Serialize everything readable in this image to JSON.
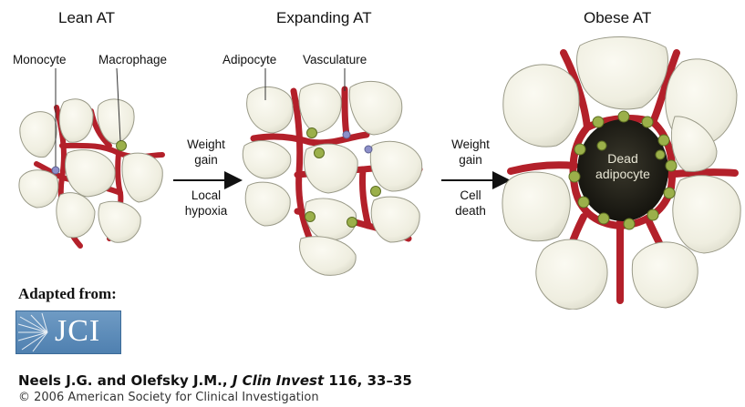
{
  "titles": {
    "lean": "Lean AT",
    "expanding": "Expanding AT",
    "obese": "Obese AT"
  },
  "labels": {
    "monocyte": "Monocyte",
    "macrophage": "Macrophage",
    "adipocyte": "Adipocyte",
    "vasculature": "Vasculature",
    "dead_adipocyte_line1": "Dead",
    "dead_adipocyte_line2": "adipocyte"
  },
  "arrow1": {
    "above_line1": "Weight",
    "above_line2": "gain",
    "below_line1": "Local",
    "below_line2": "hypoxia"
  },
  "arrow2": {
    "above_line1": "Weight",
    "above_line2": "gain",
    "below_line1": "Cell",
    "below_line2": "death"
  },
  "source": {
    "adapted_from": "Adapted from:",
    "logo_text": "JCI",
    "authors": "Neels J.G. and Olefsky J.M.,",
    "journal": "J Clin Invest",
    "volume_pages": "116, 33–35",
    "copyright": "© 2006  American Society for Clinical Investigation"
  },
  "colors": {
    "cell_fill": "#f2f1e4",
    "cell_stroke": "#9a9a88",
    "vessel": "#b3202a",
    "macrophage": "#9bb04a",
    "monocyte": "#8c8fc9",
    "dead_cell": "#1b1a14",
    "logo_blue": "#5b8cbc"
  }
}
